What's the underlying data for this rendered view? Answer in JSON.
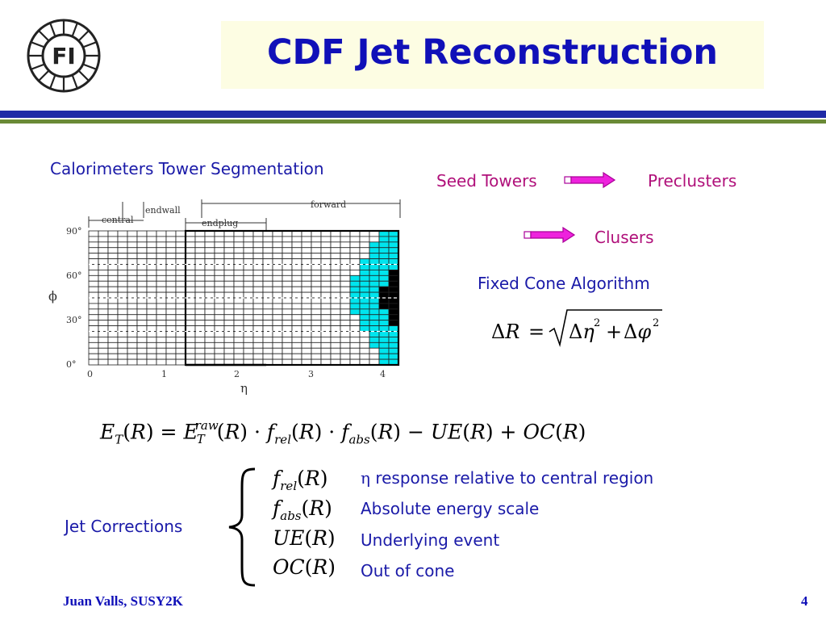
{
  "slide": {
    "title": "CDF Jet Reconstruction",
    "logo_text": "FI",
    "calorimeter_heading": "Calorimeters Tower Segmentation",
    "seed_towers": "Seed Towers",
    "preclusters": "Preclusters",
    "clusters": "Clusers",
    "fixed_cone": "Fixed Cone Algorithm",
    "jet_corrections": "Jet Corrections",
    "corrections": [
      {
        "symbol": "η",
        "desc": "response relative to central region"
      },
      {
        "desc": "Absolute energy scale"
      },
      {
        "desc": "Underlying event"
      },
      {
        "desc": "Out of cone"
      }
    ],
    "footer_author": "Juan Valls, SUSY2K",
    "page_number": "4"
  },
  "diagram": {
    "region_labels": {
      "endwall": "endwall",
      "central": "central",
      "endplug": "endplug",
      "forward": "forward"
    },
    "phi_ticks": [
      "90°",
      "60°",
      "30°",
      "0°"
    ],
    "eta_ticks": [
      "0",
      "1",
      "2",
      "3",
      "4"
    ],
    "phi_label": "ϕ",
    "eta_label": "η"
  },
  "colors": {
    "title": "#1010b8",
    "text": "#1a1aa8",
    "accent_pink": "#b0107a",
    "arrow": "#ee22dd",
    "cyan_towers": "#00e5ee",
    "bar_blue": "#1f2aa6",
    "bar_green": "#6a8a36"
  }
}
